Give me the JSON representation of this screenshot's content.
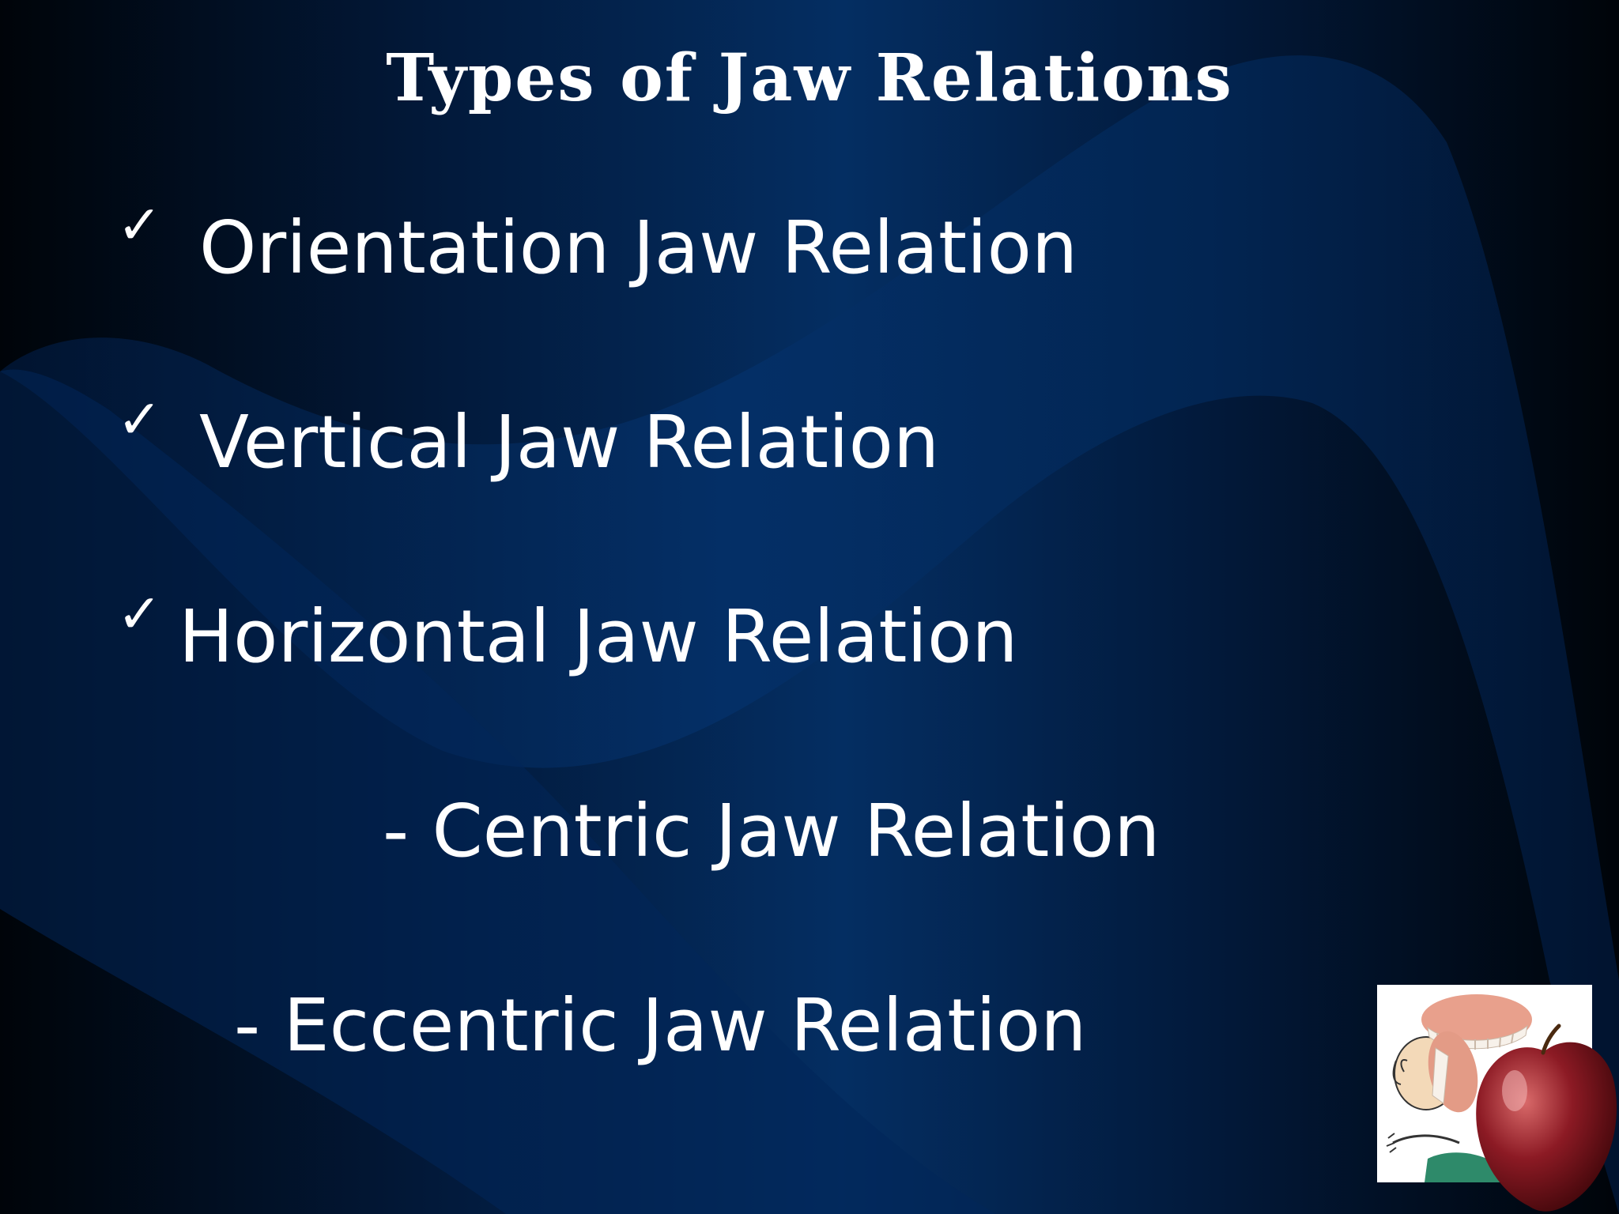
{
  "slide": {
    "title": "Types of Jaw Relations",
    "bullets": [
      {
        "check": "✓",
        "text": "Orientation Jaw Relation"
      },
      {
        "check": "✓",
        "text": "Vertical Jaw Relation"
      },
      {
        "check": "✓",
        "text": "Horizontal Jaw Relation"
      }
    ],
    "sub_items": [
      {
        "text": "- Centric Jaw Relation"
      },
      {
        "text": "- Eccentric Jaw Relation"
      }
    ],
    "picture": {
      "icons": [
        "cartoon-person-icon",
        "dentures-icon",
        "apple-icon"
      ]
    },
    "colors": {
      "background_dark": "#000409",
      "background_blue": "#042e62",
      "wave_blue": "#02285a",
      "text": "#ffffff",
      "apple_red": "#8c1a24",
      "denture_pink": "#e8a08c"
    }
  }
}
